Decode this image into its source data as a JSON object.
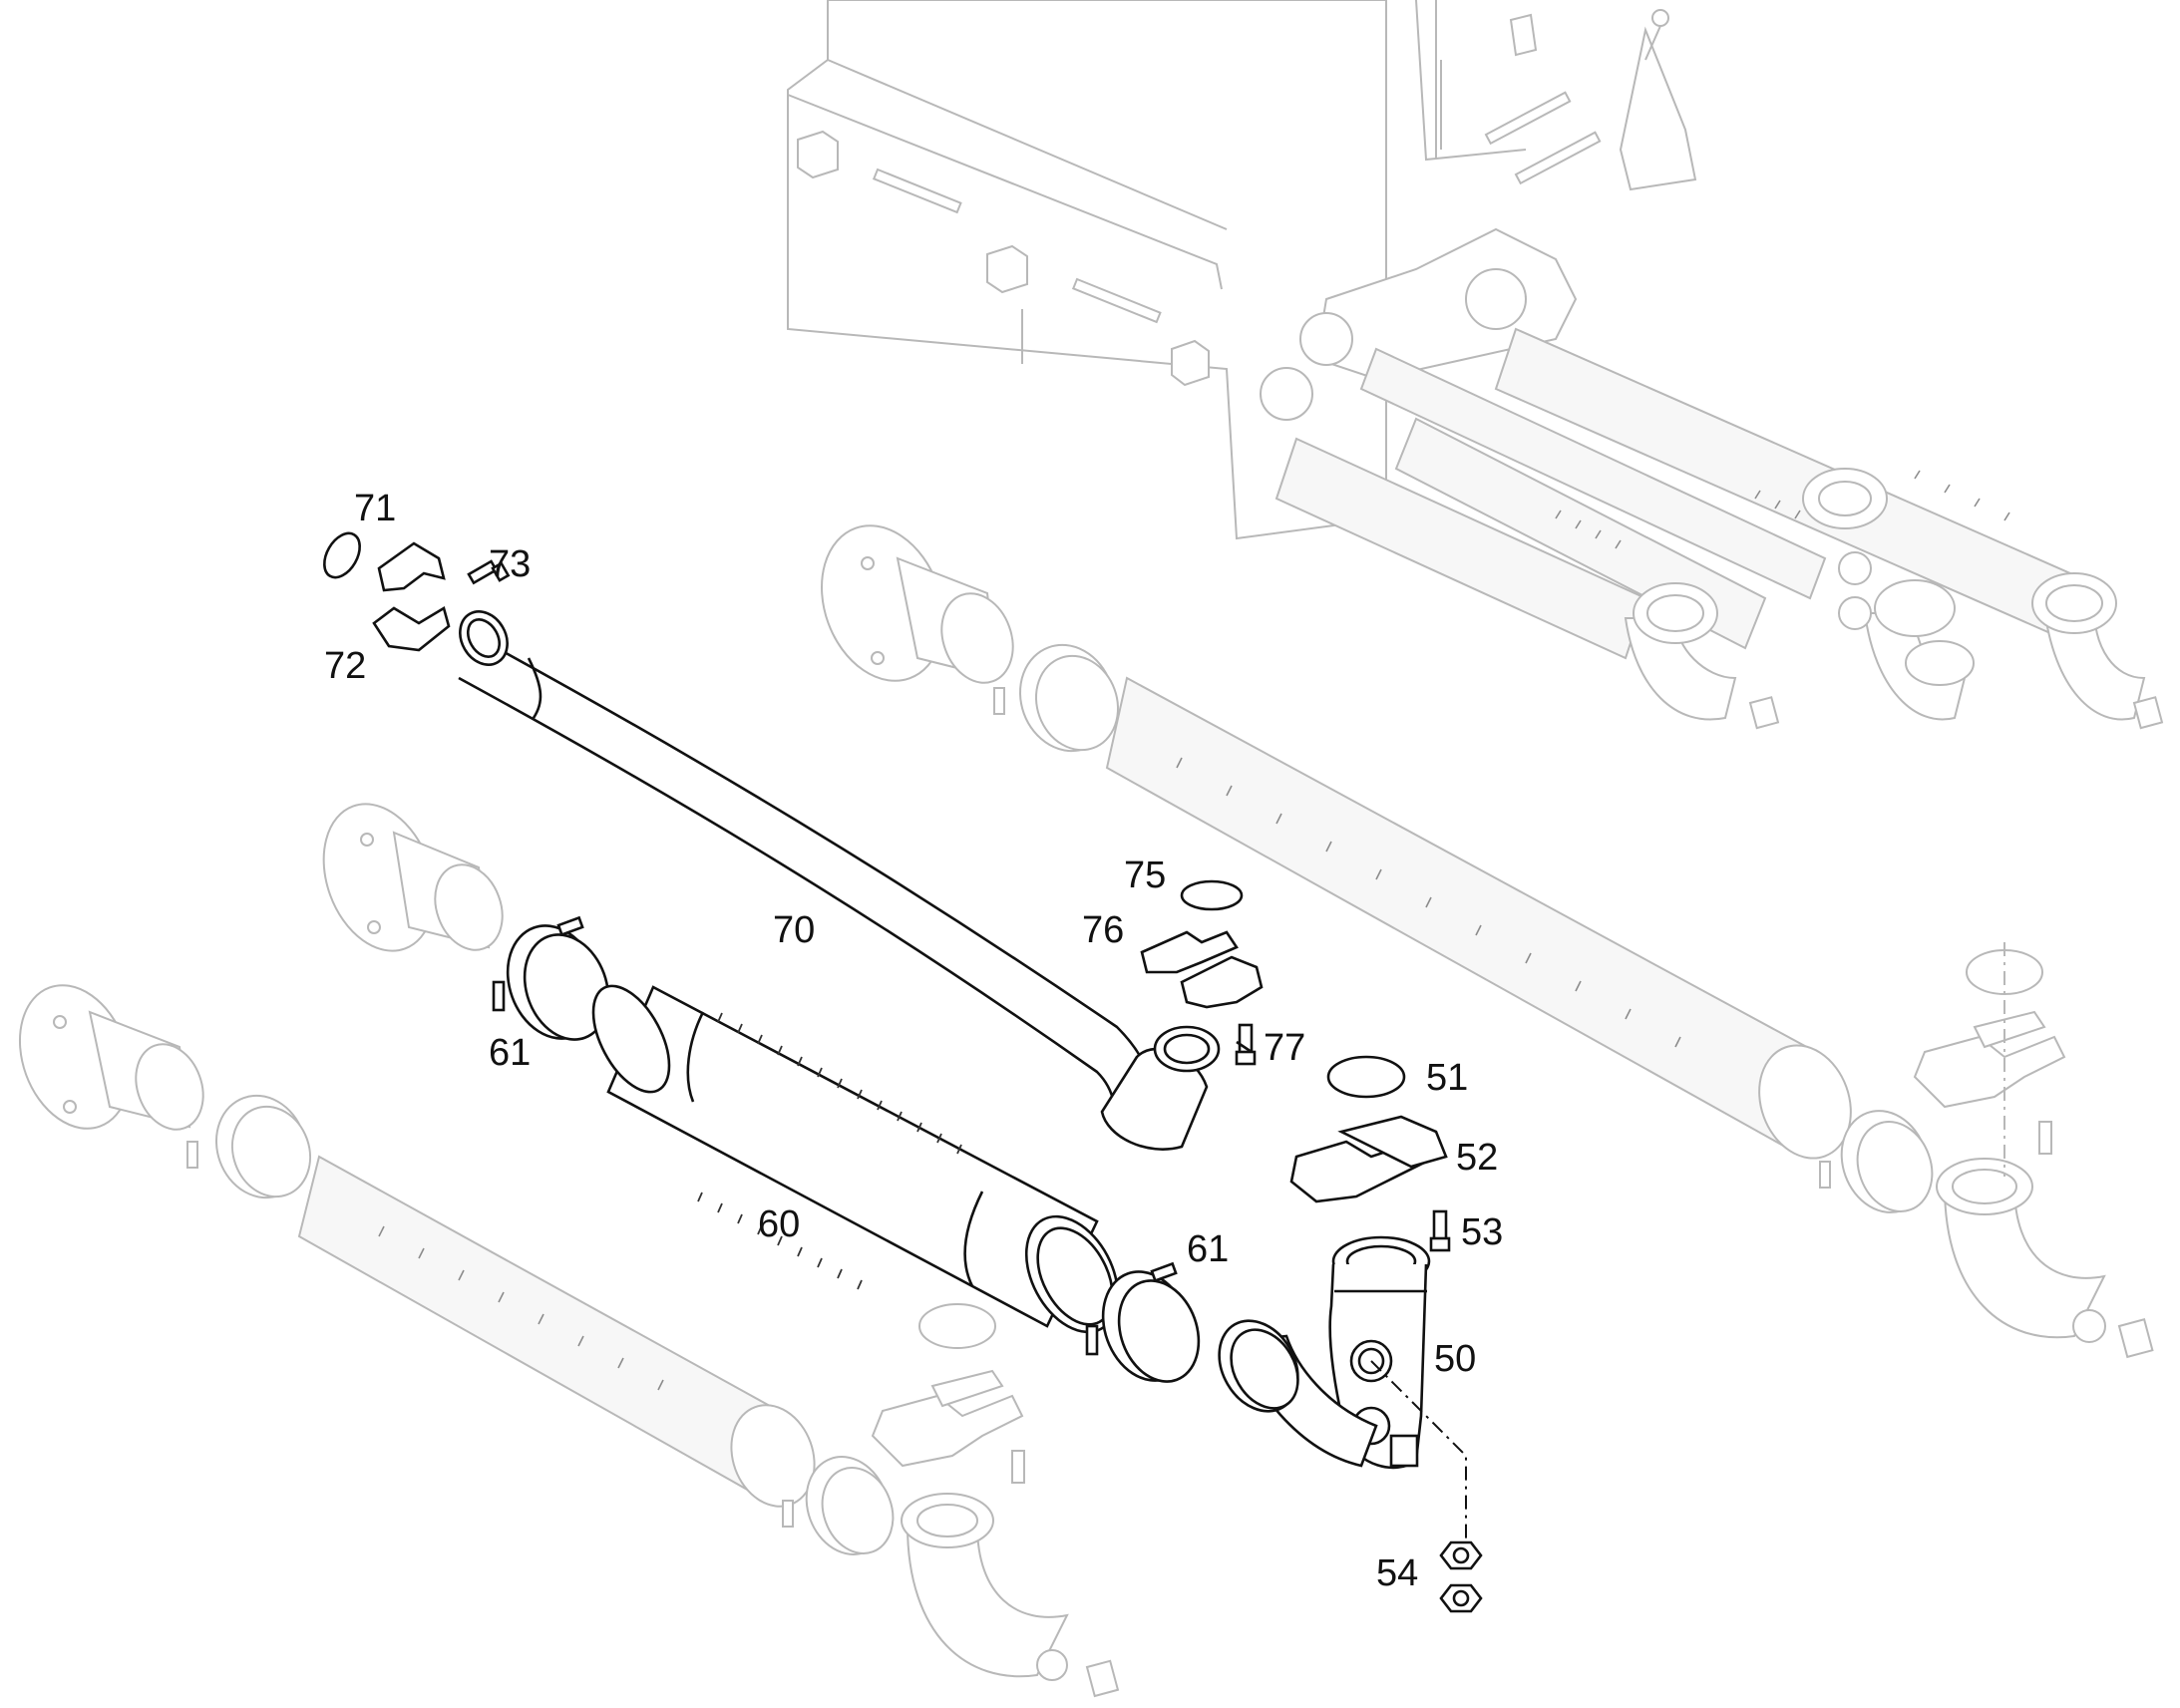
{
  "callouts": {
    "c50": "50",
    "c51": "51",
    "c52": "52",
    "c53": "53",
    "c54": "54",
    "c60": "60",
    "c61a": "61",
    "c61b": "61",
    "c70": "70",
    "c71": "71",
    "c72": "72",
    "c73": "73",
    "c75": "75",
    "c76": "76",
    "c77": "77"
  },
  "colors": {
    "highlighted_part": "#111111",
    "context_part": "#b8b8b8",
    "background": "#ffffff"
  }
}
